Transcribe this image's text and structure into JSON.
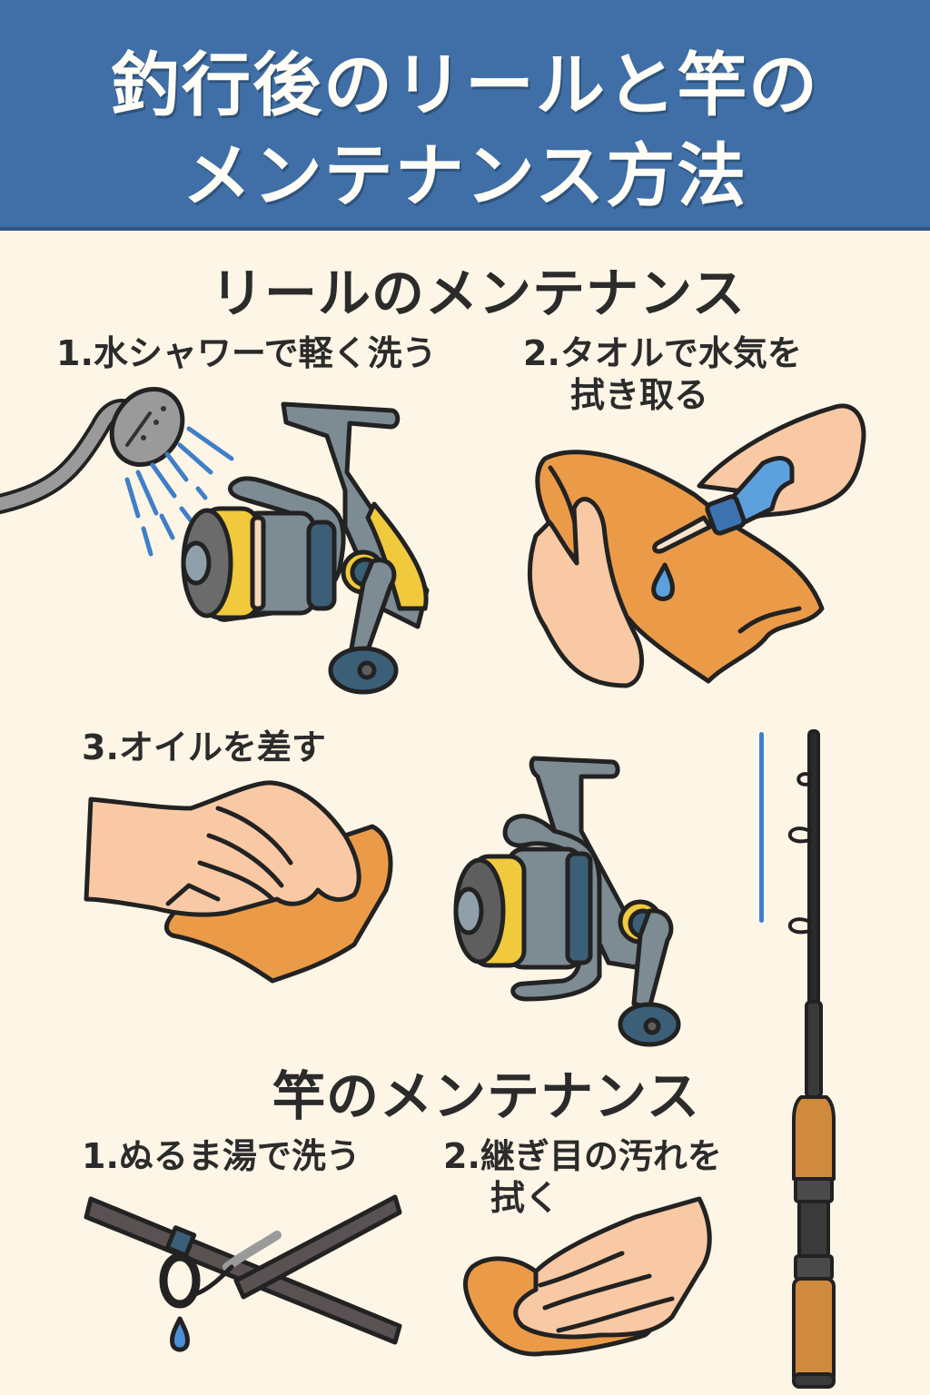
{
  "header": {
    "title_line1": "釣行後のリールと竿の",
    "title_line2": "メンテナンス方法",
    "bg_color": "#3f6fa6"
  },
  "reel_section": {
    "title": "リールのメンテナンス",
    "steps": [
      {
        "number": "1.",
        "label_line1": "水シャワーで軽く洗う",
        "illustration": "shower-spraying-reel"
      },
      {
        "number": "2.",
        "label_line1": "タオルで水気を",
        "label_line2": "拭き取る",
        "illustration": "hand-wiping-towel-with-dropper"
      },
      {
        "number": "3.",
        "label_line1": "オイルを差す",
        "illustration": "hand-with-cloth-and-reel"
      }
    ]
  },
  "rod_section": {
    "title": "竿のメンテナンス",
    "steps": [
      {
        "number": "1.",
        "label_line1": "ぬるま湯で洗う",
        "illustration": "rod-with-water-drop"
      },
      {
        "number": "2.",
        "label_line1": "継ぎ目の汚れを",
        "label_line2": "拭く",
        "illustration": "hand-wiping-cloth"
      }
    ]
  },
  "colors": {
    "background": "#fdf5e6",
    "text": "#2b2b2b",
    "reel_gray": "#7d8b93",
    "reel_yellow": "#f0c93c",
    "towel_orange": "#eb9b48",
    "skin": "#f8c9a4",
    "water_blue": "#3f7fc8",
    "cork": "#cf8a3e"
  }
}
